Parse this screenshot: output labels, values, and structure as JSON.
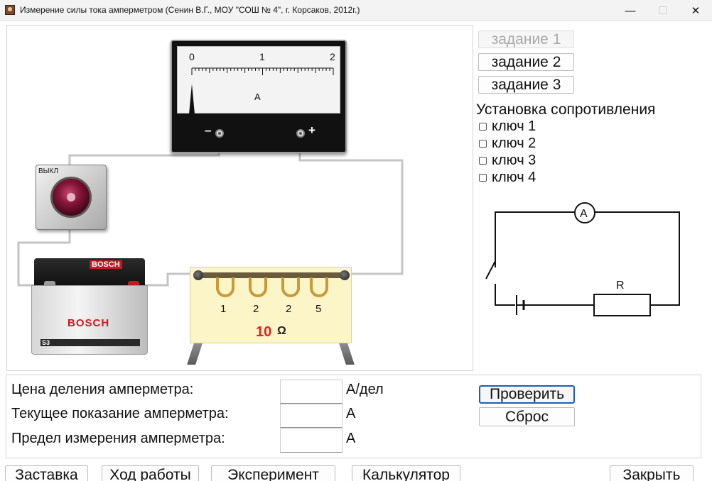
{
  "window": {
    "title": "Измерение силы тока амперметром  (Сенин В.Г., МОУ \"СОШ № 4\", г. Корсаков, 2012г.)",
    "minimize_icon": "minimize-icon",
    "maximize_icon": "maximize-icon",
    "close_icon": "close-icon"
  },
  "ammeter": {
    "scale": [
      "0",
      "1",
      "2"
    ],
    "unit": "A",
    "neg": "–",
    "pos": "+",
    "reading_amps": 0
  },
  "switch": {
    "label": "ВЫКЛ"
  },
  "battery": {
    "brand": "BOSCH",
    "model": "S3"
  },
  "resistor_box": {
    "nominals": [
      "1",
      "2",
      "2",
      "5"
    ],
    "value": "10",
    "unit": "Ω"
  },
  "tasks": [
    {
      "label": "задание 1",
      "enabled": false
    },
    {
      "label": "задание 2",
      "enabled": true
    },
    {
      "label": "задание 3",
      "enabled": true
    }
  ],
  "resistance": {
    "title": "Установка сопротивления",
    "keys": [
      {
        "label": "ключ 1",
        "checked": false
      },
      {
        "label": "ключ 2",
        "checked": false
      },
      {
        "label": "ключ 3",
        "checked": false
      },
      {
        "label": "ключ 4",
        "checked": false
      }
    ]
  },
  "schematic": {
    "ammeter": "A",
    "resistor": "R"
  },
  "form": {
    "rows": [
      {
        "label": "Цена деления амперметра:",
        "value": "",
        "unit": "А/дел"
      },
      {
        "label": "Текущее показание амперметра:",
        "value": "",
        "unit": "А"
      },
      {
        "label": "Предел измерения амперметра:",
        "value": "",
        "unit": "А"
      }
    ],
    "check_label": "Проверить",
    "reset_label": "Сброс"
  },
  "nav": {
    "splash": "Заставка",
    "procedure": "Ход работы",
    "experiment": "Эксперимент",
    "calculator": "Калькулятор",
    "close": "Закрыть"
  }
}
